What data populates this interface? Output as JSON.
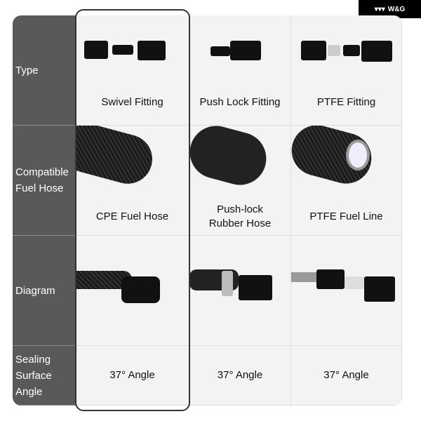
{
  "brand": {
    "logo_text": "W&G"
  },
  "rows": [
    {
      "label": "Type",
      "cells": [
        "Swivel Fitting",
        "Push Lock Fitting",
        "PTFE Fitting"
      ]
    },
    {
      "label": "Compatible Fuel Hose",
      "cells": [
        "CPE Fuel Hose",
        "Push-lock Rubber Hose",
        "PTFE Fuel Line"
      ]
    },
    {
      "label": "Diagram",
      "cells": [
        "",
        "",
        ""
      ]
    },
    {
      "label": "Sealing Surface Angle",
      "cells": [
        "37° Angle",
        "37° Angle",
        "37° Angle"
      ]
    }
  ],
  "highlight_column": 0
}
